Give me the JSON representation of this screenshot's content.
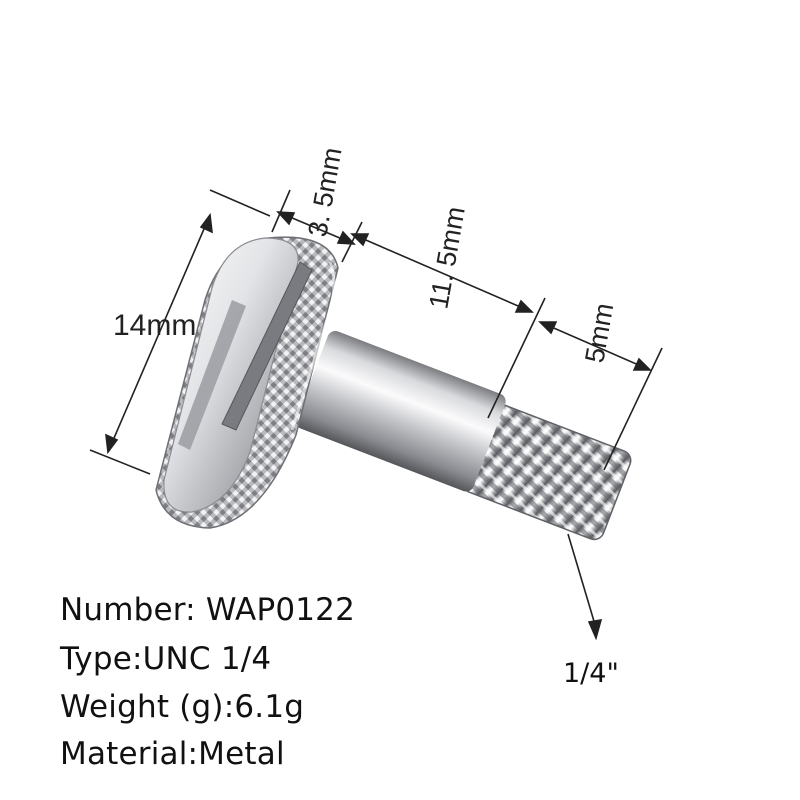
{
  "dimensions": {
    "head_diameter": "14mm",
    "head_thickness": "3. 5mm",
    "shank_length": "11. 5mm",
    "thread_length": "5mm"
  },
  "thread_size": "1/4\"",
  "specs": {
    "number": "Number: WAP0122",
    "type": "Type:UNC 1/4",
    "weight": "Weight (g):6.1g",
    "material": "Material:Metal"
  },
  "colors": {
    "background": "#ffffff",
    "metal_light": "#f4f4f6",
    "metal_mid": "#c9cacd",
    "metal_dark": "#6d6e73",
    "dimension_line": "#222222"
  }
}
